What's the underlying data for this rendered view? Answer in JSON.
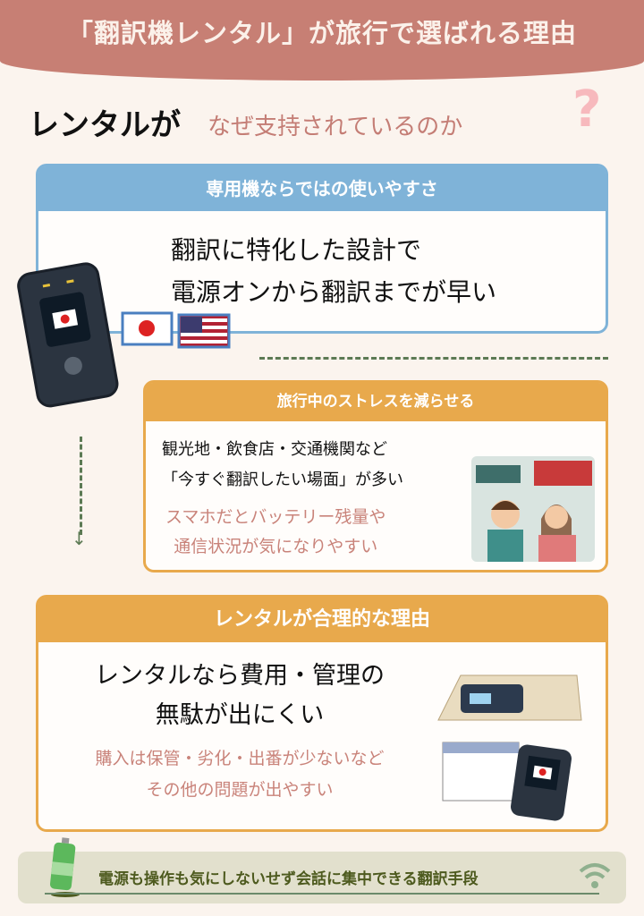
{
  "title": "「翻訳機レンタル」が旅行で選ばれる理由",
  "subtitle": {
    "bold": "レンタルが",
    "rest": "なぜ支持されているのか",
    "mark": "?"
  },
  "section1": {
    "header": "専用機ならではの使いやすさ",
    "lines": [
      "翻訳に特化した設計で",
      "電源オンから翻訳までが早い"
    ]
  },
  "section2": {
    "header": "旅行中のストレスを減らせる",
    "lines": [
      "観光地・飲食店・交通機関など",
      "「今すぐ翻訳したい場面」が多い"
    ],
    "pink_lines": [
      "スマホだとバッテリー残量や",
      "通信状況が気になりやすい"
    ]
  },
  "section3": {
    "header": "レンタルが合理的な理由",
    "lines": [
      "レンタルなら費用・管理の",
      "無駄が出にくい"
    ],
    "pink_lines": [
      "購入は保管・劣化・出番が少ないなど",
      "その他の問題が出やすい"
    ]
  },
  "footer": "電源も操作も気にしないせず会話に集中できる翻訳手段",
  "colors": {
    "header": "#c77f74",
    "blue": "#7fb3d8",
    "orange": "#e8a94c",
    "pink": "#c9837a",
    "olive": "#4d5a1e"
  }
}
